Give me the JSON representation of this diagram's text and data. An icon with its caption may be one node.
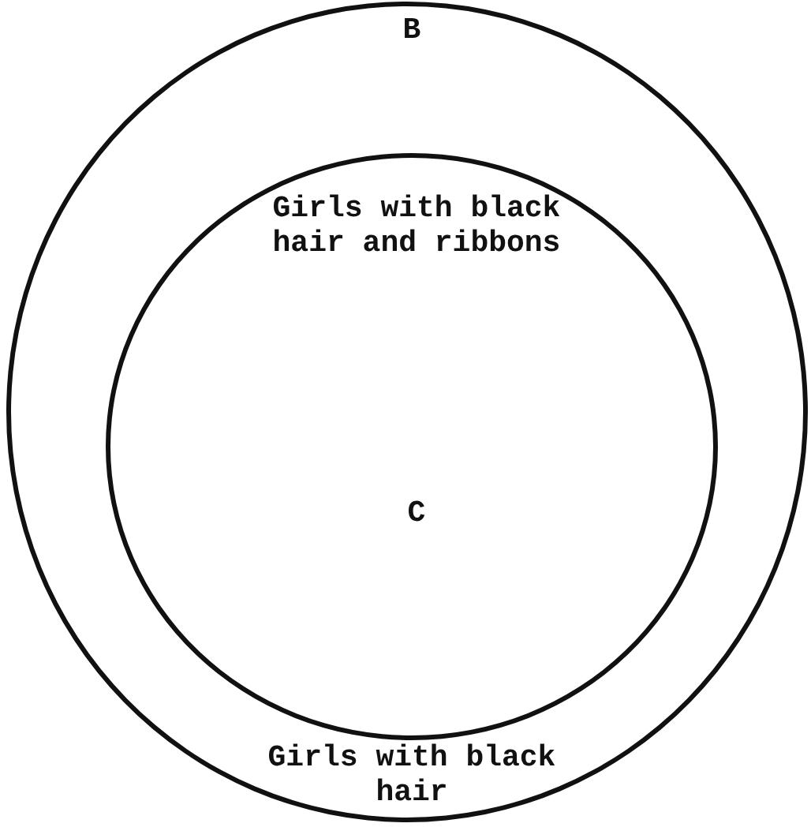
{
  "diagram": {
    "nodes": [
      {
        "text": [
          "B",
          "Girls with black hair"
        ]
      },
      {
        "text": [
          "Girls with black hair and ribbons",
          "C"
        ],
        "in": 0
      }
    ]
  }
}
